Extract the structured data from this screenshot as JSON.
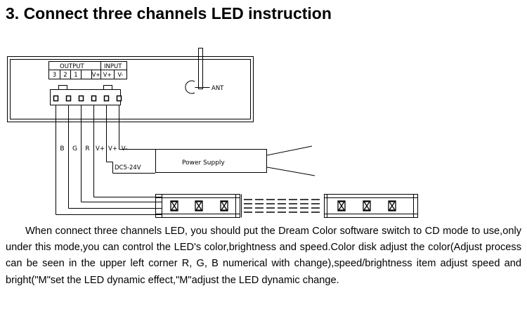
{
  "title": "3. Connect three channels LED instruction",
  "controller": {
    "output_label": "OUTPUT",
    "input_label": "INPUT",
    "terminals": [
      "3",
      "2",
      "1",
      "V+",
      "V+",
      "V-"
    ],
    "antenna_label": "ANT"
  },
  "wires": {
    "labels": [
      "B",
      "G",
      "R",
      "V+",
      "V+",
      "V-"
    ]
  },
  "power_supply": {
    "label": "Power Supply",
    "voltage": "DC5-24V"
  },
  "description": "When connect three channels LED, you should put the Dream Color software switch to CD mode to use,only under this mode,you can control the LED's color,brightness and speed.Color disk adjust the color(Adjust process can be seen in the upper left corner R, G, B numerical with change),speed/brightness item adjust speed and bright(\"M\"set the LED dynamic effect,\"M\"adjust the LED dynamic change."
}
